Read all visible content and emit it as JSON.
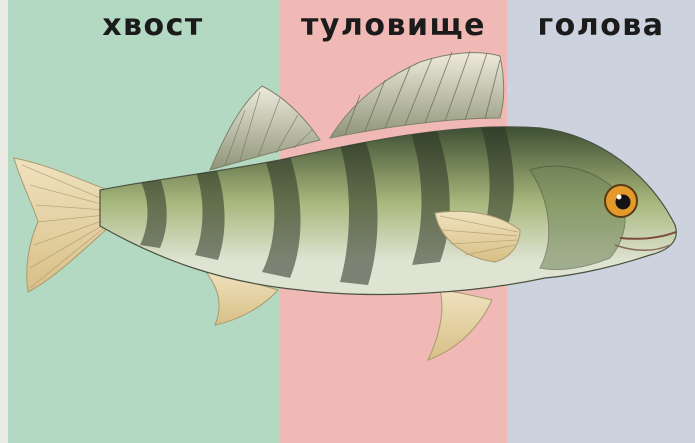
{
  "sections": [
    {
      "label": "хвост",
      "color": "#b3d9c3"
    },
    {
      "label": "туловище",
      "color": "#f0b9b5"
    },
    {
      "label": "голова",
      "color": "#cdd3de"
    }
  ],
  "colors": {
    "background": "#ebe9e3",
    "fish_back": "#3d4f33",
    "fish_side": "#a8b77c",
    "fish_belly": "#dfe3d2",
    "fins": "#d8bf86",
    "stripes": "#2a3326",
    "eye": "#e39a2b"
  }
}
